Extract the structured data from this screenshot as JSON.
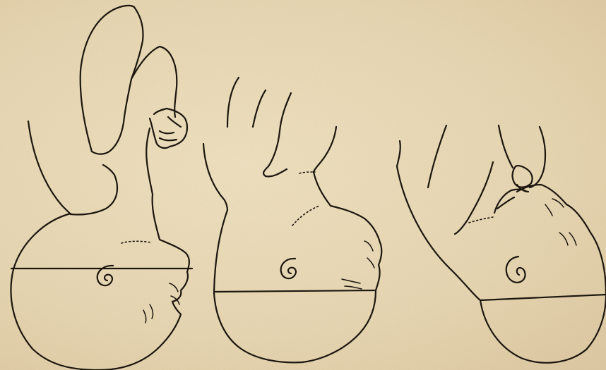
{
  "plate": {
    "paper_color": "#e9d9b6",
    "ink_color": "#1c160f",
    "figures": [
      {
        "name": "figure-left",
        "parts": [
          "head",
          "diameter-line",
          "ear",
          "face",
          "trunk",
          "arm",
          "hand"
        ]
      },
      {
        "name": "figure-middle",
        "parts": [
          "head",
          "diameter-line",
          "ear",
          "face",
          "trunk",
          "arm"
        ]
      },
      {
        "name": "figure-right",
        "parts": [
          "head",
          "diameter-line",
          "ear",
          "face",
          "trunk",
          "arm",
          "hand"
        ]
      }
    ]
  }
}
